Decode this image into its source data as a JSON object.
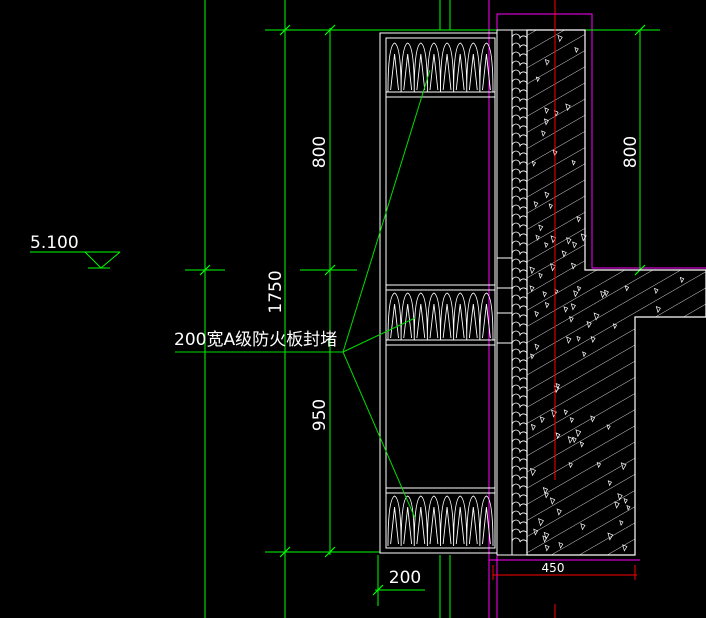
{
  "drawing": {
    "elevation_label": "5.100",
    "annotation": "200宽A级防火板封堵",
    "dimensions": {
      "upper_left": "800",
      "total": "1750",
      "lower_left": "950",
      "upper_right": "800",
      "bottom_width": "200",
      "wall_width": "450"
    }
  },
  "colors": {
    "background": "#000000",
    "outline": "#ffffff",
    "dimension_lines": "#00ff00",
    "leader": "#00dd00",
    "boundary": "#ff00ff",
    "center_line": "#ff0000"
  }
}
